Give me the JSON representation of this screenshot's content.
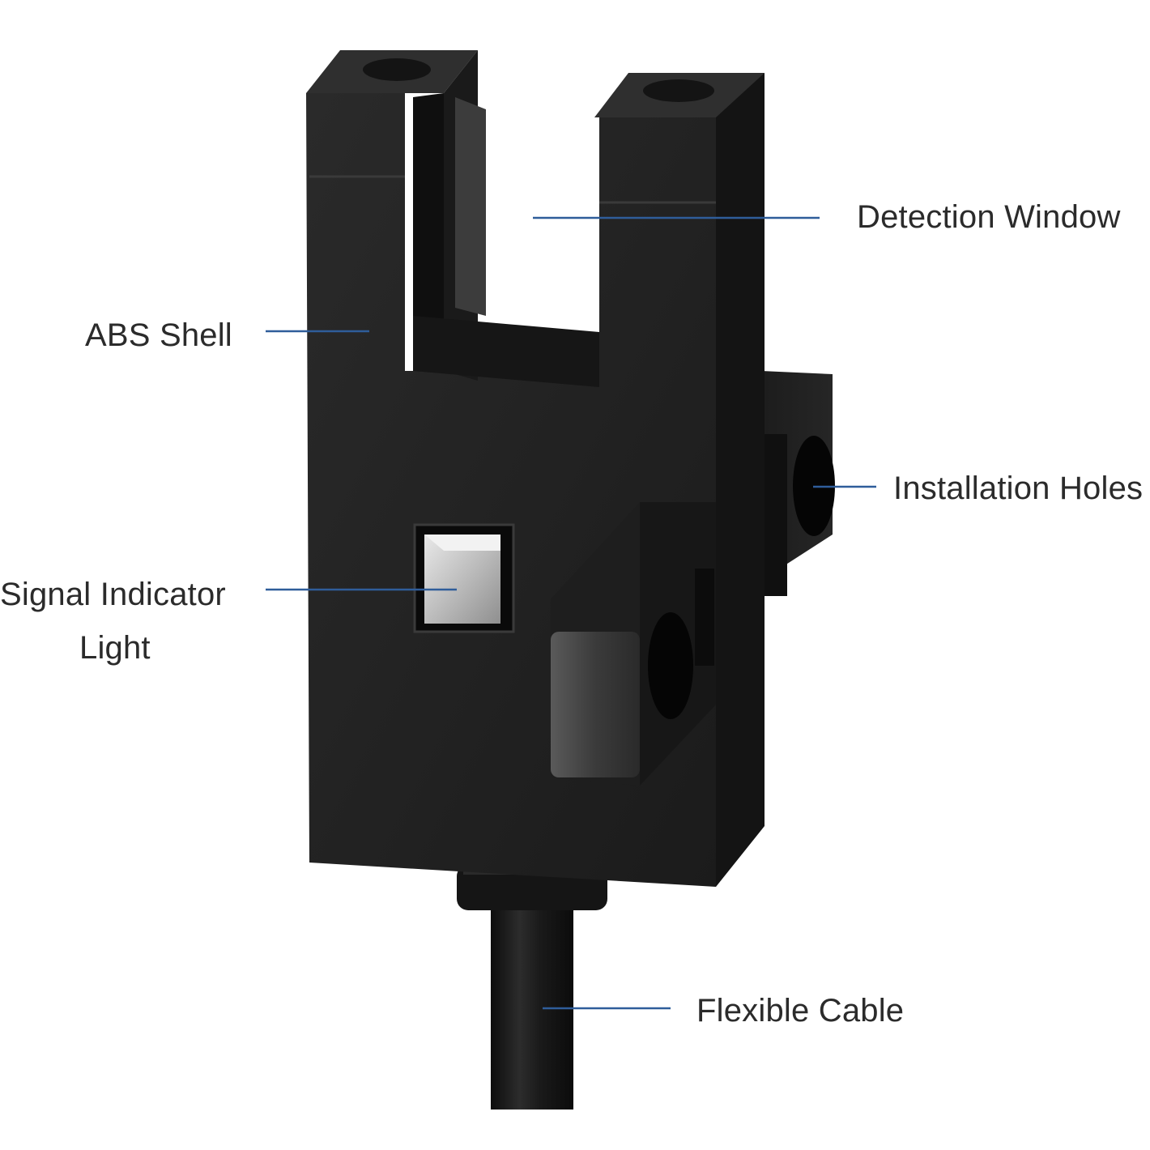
{
  "labels": {
    "detection_window": "Detection Window",
    "abs_shell": "ABS Shell",
    "installation_holes": "Installation Holes",
    "signal_indicator_line1": "Signal Indicator",
    "signal_indicator_line2": "Light",
    "flexible_cable": "Flexible Cable"
  },
  "colors": {
    "leader_line": "#2f5d9a",
    "body": "#222222",
    "label_text": "#2b2b2b"
  }
}
